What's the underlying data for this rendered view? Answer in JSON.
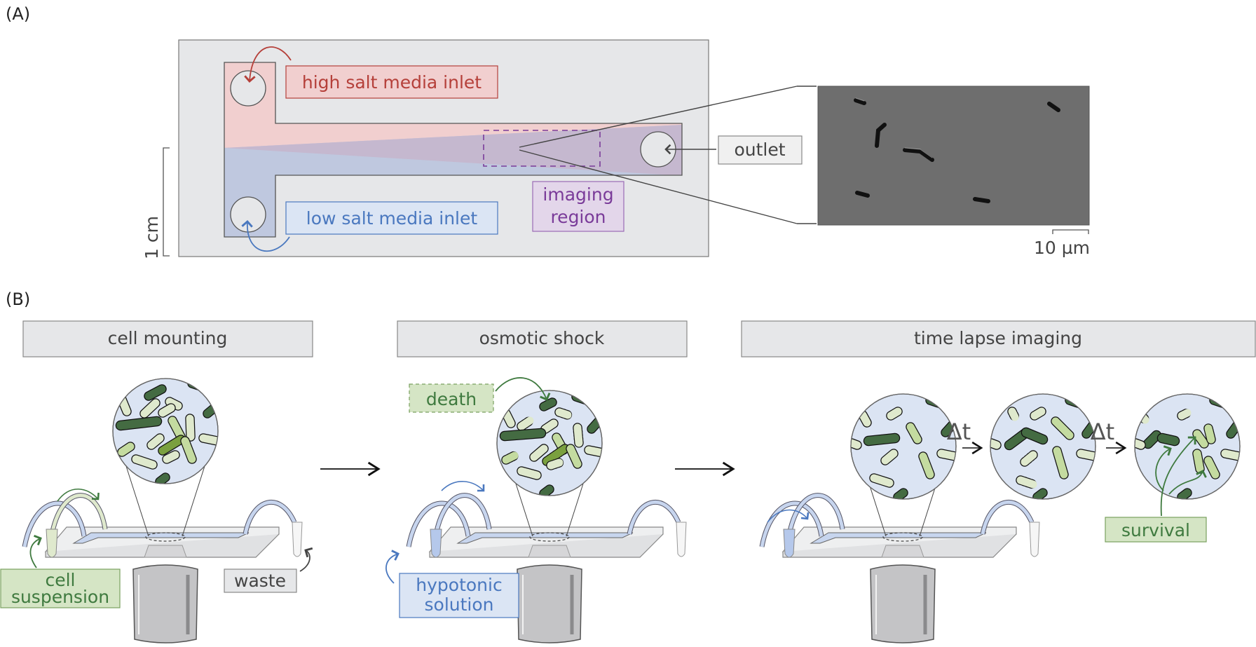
{
  "panel_a": {
    "label": "(A)",
    "scale_cm": "1 cm",
    "scale_um": "10 µm",
    "labels": {
      "high_salt": "high salt media inlet",
      "low_salt": "low salt media inlet",
      "imaging": [
        "imaging",
        "region"
      ],
      "outlet": "outlet"
    },
    "colors": {
      "high_salt_text": "#b5403a",
      "high_salt_fill": "#f1cfcf",
      "low_salt_text": "#4a78bf",
      "low_salt_fill": "#dbe5f4",
      "imaging_text": "#7a3b99",
      "imaging_fill": "#e3d6ea",
      "device_bg": "#e6e7e9",
      "micrograph_bg": "#6e6e6e"
    }
  },
  "panel_b": {
    "label": "(B)",
    "stages": [
      {
        "title": "cell mounting"
      },
      {
        "title": "osmotic shock"
      },
      {
        "title": "time lapse imaging"
      }
    ],
    "labels": {
      "cell_suspension": [
        "cell",
        "suspension"
      ],
      "waste": "waste",
      "death": "death",
      "hypotonic": [
        "hypotonic",
        "solution"
      ],
      "survival": "survival",
      "delta_t": "Δt"
    },
    "colors": {
      "green_dark": "#446b42",
      "green_mid": "#7aa03f",
      "green_light": "#c4dba0",
      "green_pale": "#dfe9cd",
      "circle_bg": "#dbe4f3",
      "label_green_bg": "#d5e5c5",
      "label_green_text": "#3f7a3f",
      "label_blue_bg": "#dbe5f4",
      "label_blue_text": "#4a78bf",
      "header_bg": "#e6e7e9"
    }
  }
}
